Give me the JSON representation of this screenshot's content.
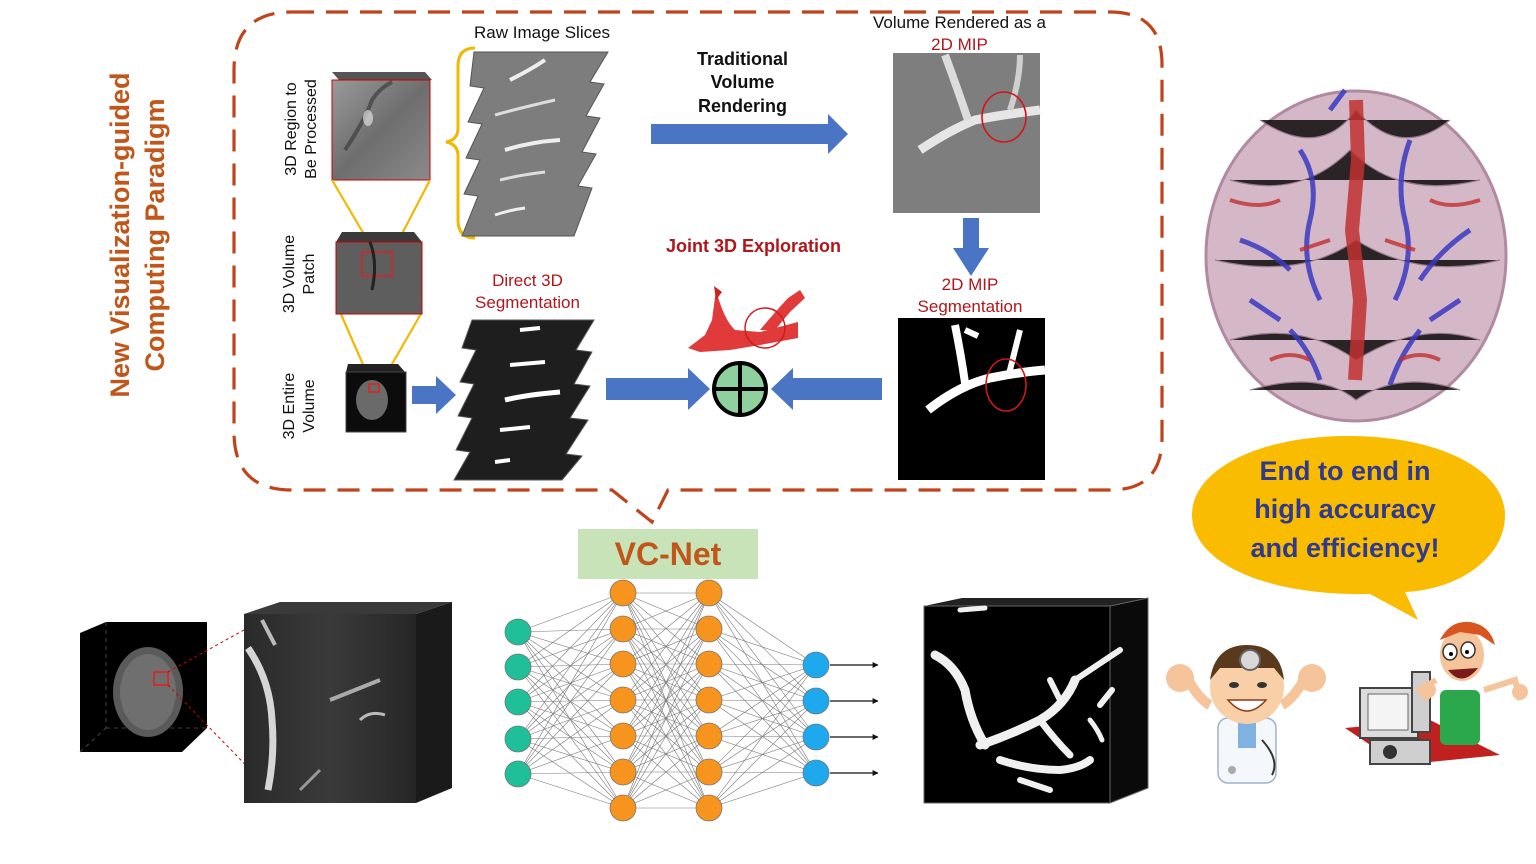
{
  "labels": {
    "raw_slices": "Raw Image Slices",
    "traditional": [
      "Traditional",
      "Volume",
      "Rendering"
    ],
    "volume_rendered": "Volume Rendered as a",
    "mip_2d": "2D MIP",
    "joint_exploration": "Joint 3D Exploration",
    "direct_seg": [
      "Direct 3D",
      "Segmentation"
    ],
    "mip_seg": [
      "2D MIP",
      "Segmentation"
    ],
    "region": [
      "3D Region to",
      "Be Processed"
    ],
    "patch": [
      "3D Volume",
      "Patch"
    ],
    "entire": [
      "3D Entire",
      "Volume"
    ],
    "paradigm": [
      "New Visualization-guided",
      "Computing Paradigm"
    ],
    "vcnet": "VC-Net",
    "bubble": [
      "End to end in",
      "high accuracy",
      "and efficiency!"
    ]
  },
  "colors": {
    "dashed_border": "#c0441a",
    "arrow_blue": "#4a74c4",
    "node_input": "#1fbf9a",
    "node_hidden": "#f7941d",
    "node_output": "#1ea8ee",
    "vcnet_bg": "#c9e3b9",
    "vcnet_text": "#c0561a",
    "bubble_fill": "#f9bc00",
    "bubble_text": "#2f3a8f",
    "label_red": "#b0161b",
    "combine_fill": "#8fd19e"
  },
  "icons": [
    "plus-circle-icon",
    "doctor-icon",
    "happy-user-computer-icon"
  ]
}
